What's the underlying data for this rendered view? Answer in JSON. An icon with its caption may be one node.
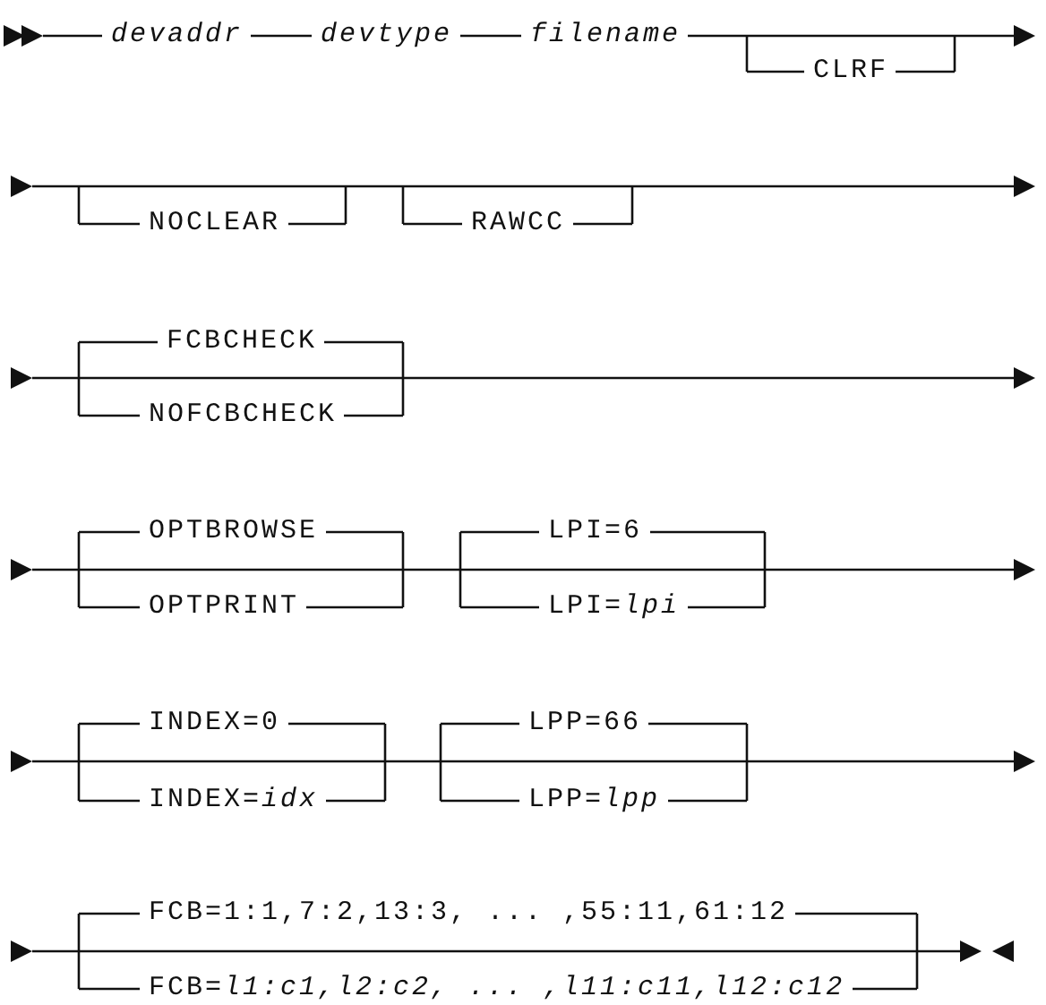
{
  "diagram": {
    "labels": [
      "devaddr",
      "devtype",
      "filename",
      "CLRF",
      "NOCLEAR",
      "RAWCC",
      "FCBCHECK",
      "NOFCBCHECK",
      "OPTBROWSE",
      "LPI=6",
      "OPTPRINT",
      "LPI=*lpi*",
      "INDEX=0",
      "LPP=66",
      "INDEX=*idx*",
      "LPP=*lpp*",
      "FCB=1:1,7:2,13:3, ... ,55:11,61:12",
      "FCB=*l1:c1,l2:c2, ... ,l11:c11,l12:c12*"
    ]
  }
}
